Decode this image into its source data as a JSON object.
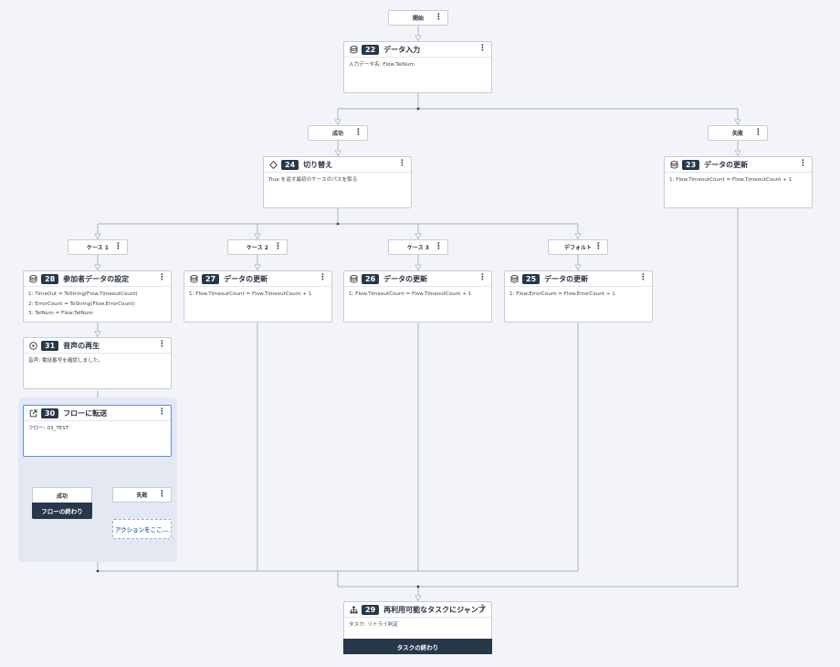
{
  "start": {
    "label": "開始"
  },
  "nodes": {
    "n22": {
      "num": "22",
      "title": "データ入力",
      "body": [
        "入力データ名: Flow.TelNum"
      ]
    },
    "n23": {
      "num": "23",
      "title": "データの更新",
      "body": [
        "1: Flow.TimeoutCount = Flow.TimeoutCount + 1"
      ]
    },
    "n24": {
      "num": "24",
      "title": "切り替え",
      "body": [
        "True を返す最初のケースのパスを取る"
      ]
    },
    "n28": {
      "num": "28",
      "title": "参加者データの設定",
      "body": [
        "1: TimeOut = ToString(Flow.TimeoutCount)",
        "2: ErrorCount = ToString(Flow.ErrorCount)",
        "3: TelNum = Flow.TelNum"
      ]
    },
    "n27": {
      "num": "27",
      "title": "データの更新",
      "body": [
        "1: Flow.TimeoutCount = Flow.TimeoutCount + 1"
      ]
    },
    "n26": {
      "num": "26",
      "title": "データの更新",
      "body": [
        "1: Flow.TimeoutCount = Flow.TimeoutCount + 1"
      ]
    },
    "n25": {
      "num": "25",
      "title": "データの更新",
      "body": [
        "1: Flow.ErrorCount = Flow.ErrorCount + 1"
      ]
    },
    "n31": {
      "num": "31",
      "title": "音声の再生",
      "body": [
        "音声: 電話番号を確認しました。"
      ]
    },
    "n30": {
      "num": "30",
      "title": "フローに転送",
      "body": [
        "フロー: 03_TEST"
      ]
    },
    "n29": {
      "num": "29",
      "title": "再利用可能なタスクにジャンプ",
      "body": [
        "タスク: リトライ判定"
      ]
    }
  },
  "pills": {
    "success1": "成功",
    "failure1": "失敗",
    "case1": "ケース 1",
    "case2": "ケース 2",
    "case3": "ケース 3",
    "default": "デフォルト",
    "success2": "成功",
    "failure2": "失敗"
  },
  "end_flow": "フローの終わり",
  "add_action": "アクションをここ...",
  "end_task": "タスクの終わり",
  "colors": {
    "dark": "#26384a",
    "selected": "#5b8ed6",
    "highlight": "#e4e8f2"
  }
}
